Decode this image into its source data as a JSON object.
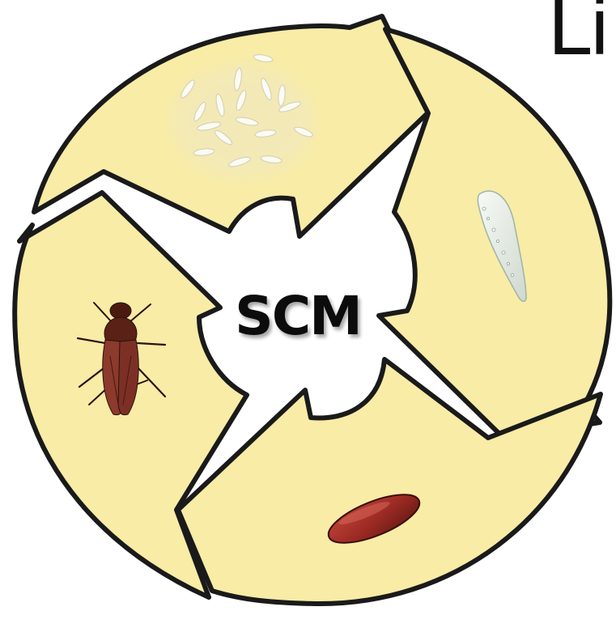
{
  "diagram": {
    "heading_text": "Li",
    "center_label": "SCM",
    "stages": [
      {
        "name": "eggs"
      },
      {
        "name": "larva"
      },
      {
        "name": "pupa"
      },
      {
        "name": "adult-fly"
      }
    ]
  },
  "colors": {
    "segment_fill": "#f8eca6",
    "segment_stroke": "#1a1a1a",
    "egg": "#fbfbf3",
    "larva": "#eef3ec",
    "pupa": "#a8322a",
    "fly_body": "#6f2a1f",
    "fly_wing": "#8b3a2c"
  }
}
